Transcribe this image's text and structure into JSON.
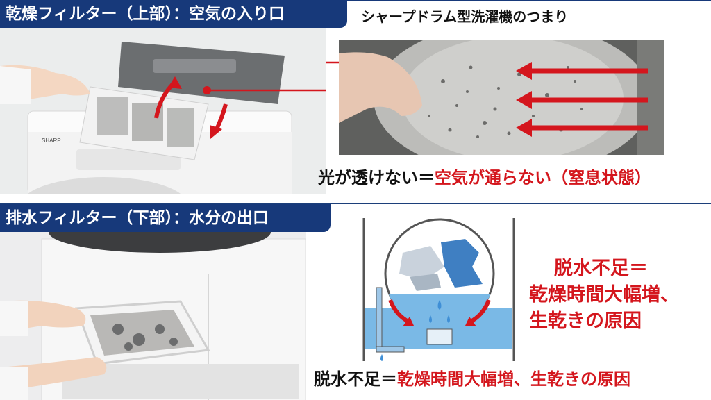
{
  "top_section": {
    "header": "乾燥フィルター（上部）：空気の入り口",
    "caption_title": "シャープドラム型洗濯機のつまり",
    "light_caption_black": "光が透けない＝",
    "light_caption_red": "空気が通らない（窒息状態）"
  },
  "bottom_section": {
    "header": "排水フィルター（下部）：水分の出口",
    "side_note": {
      "line1": "脱水不足＝",
      "line2": "乾燥時間大幅増、",
      "line3": "生乾きの原因"
    },
    "bottom_caption_black": "脱水不足＝",
    "bottom_caption_red": "乾燥時間大幅増、生乾きの原因"
  },
  "colors": {
    "header_bg": "#17397a",
    "accent_red": "#d4161d",
    "water_blue": "#4a9bd8"
  },
  "icons": [
    "arrow-icon",
    "drum-diagram"
  ]
}
